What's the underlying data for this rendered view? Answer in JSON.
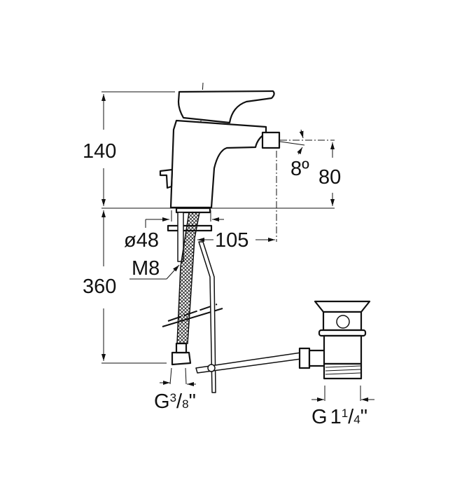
{
  "dimensions": {
    "height_above_deck": "140",
    "spout_height": "80",
    "spout_angle": "8º",
    "base_diameter": "ø48",
    "spout_reach": "105",
    "stud_thread": "M8",
    "hose_length": "360",
    "hose_connection": {
      "prefix": "G",
      "num": "3",
      "den": "8",
      "suffix": "\""
    },
    "waste_connection": {
      "prefix": "G",
      "whole": "1",
      "num": "1",
      "den": "4",
      "suffix": "\""
    }
  },
  "colors": {
    "line": "#111111",
    "background": "#ffffff"
  }
}
